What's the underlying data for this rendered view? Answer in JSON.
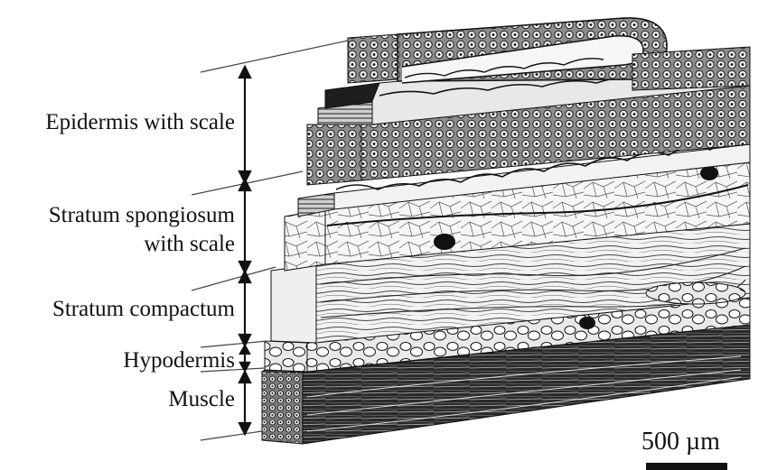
{
  "layers": [
    {
      "id": "epidermis",
      "label_lines": [
        "Epidermis with scale"
      ]
    },
    {
      "id": "stratum-spongiosum",
      "label_lines": [
        "Stratum spongiosum",
        "with scale"
      ]
    },
    {
      "id": "stratum-compactum",
      "label_lines": [
        "Stratum compactum"
      ]
    },
    {
      "id": "hypodermis",
      "label_lines": [
        "Hypodermis"
      ]
    },
    {
      "id": "muscle",
      "label_lines": [
        "Muscle"
      ]
    }
  ],
  "scale_bar": {
    "label": "500 µm"
  },
  "colors": {
    "ink": "#111111",
    "paper": "#ffffff",
    "shade": "#3a3a3a"
  }
}
